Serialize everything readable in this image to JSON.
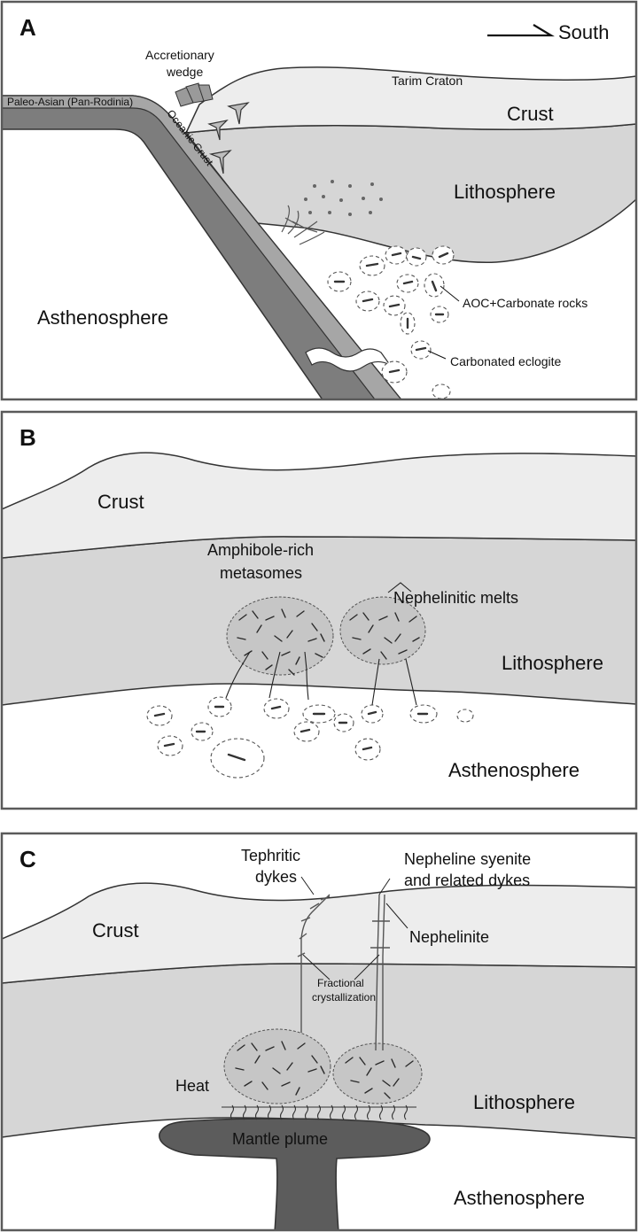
{
  "colors": {
    "panel_border": "#5a5a5a",
    "crust": "#ededed",
    "lithosphere": "#d6d6d6",
    "asthenosphere": "#ffffff",
    "slab_dark": "#7d7d7d",
    "slab_mid": "#a6a6a6",
    "plume": "#5c5c5c"
  },
  "panels": {
    "a": {
      "letter": "A",
      "compass": "South",
      "accretionary_wedge": "Accretionary\nwedge",
      "tarim_craton": "Tarim Craton",
      "crust": "Crust",
      "lithosphere": "Lithosphere",
      "asthenosphere": "Asthenosphere",
      "paleo_asian": "Paleo-Asian (Pan-Rodinia)",
      "oceanic_crust": "Oceanic Crust",
      "aoc_carbonate": "AOC+Carbonate rocks",
      "carbonated_eclogite": "Carbonated eclogite"
    },
    "b": {
      "letter": "B",
      "crust": "Crust",
      "amphibole_line1": "Amphibole-rich",
      "amphibole_line2": "metasomes",
      "nephelinitic_melts": "Nephelinitic melts",
      "lithosphere": "Lithosphere",
      "asthenosphere": "Asthenosphere"
    },
    "c": {
      "letter": "C",
      "tephritic_line1": "Tephritic",
      "tephritic_line2": "dykes",
      "syenite_line1": "Nepheline syenite",
      "syenite_line2": "and related dykes",
      "crust": "Crust",
      "nephelinite": "Nephelinite",
      "fractional_line1": "Fractional",
      "fractional_line2": "crystallization",
      "heat": "Heat",
      "mantle_plume": "Mantle plume",
      "lithosphere": "Lithosphere",
      "asthenosphere": "Asthenosphere"
    }
  }
}
